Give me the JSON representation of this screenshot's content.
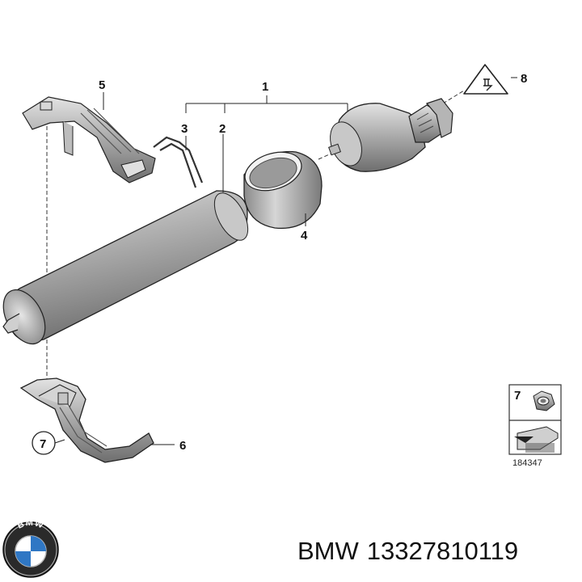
{
  "diagram": {
    "callouts": {
      "p1": "1",
      "p2": "2",
      "p3": "3",
      "p4": "4",
      "p5": "5",
      "p6": "6",
      "p7": "7",
      "p8": "8"
    },
    "legend": {
      "part": "7",
      "code": "184347"
    }
  },
  "logo": {
    "brand": "BMW"
  },
  "caption": {
    "brand": "BMW",
    "part_number": "13327810119"
  },
  "colors": {
    "metal": "#9a9a9a",
    "line": "#222222",
    "background": "#ffffff"
  }
}
